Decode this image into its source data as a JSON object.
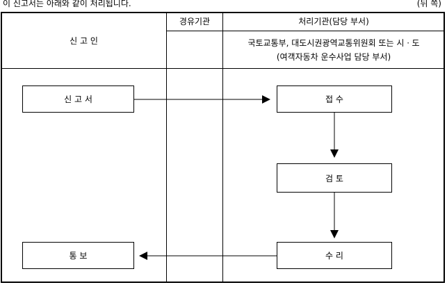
{
  "header": {
    "intro": "이 신고서는 아래와 같이 처리됩니다.",
    "page_note": "(뒤 쪽)"
  },
  "columns": {
    "applicant": "신 고 인",
    "via_agency": "경유기관",
    "processing_agency": "처리기관(담당 부서)",
    "processing_agency_detail_line1": "국토교통부, 대도시권광역교통위원회 또는 시ㆍ도",
    "processing_agency_detail_line2": "(여객자동차 운수사업 담당 부서)"
  },
  "flow": {
    "report": "신 고 서",
    "receipt": "접 수",
    "review": "검 토",
    "acceptance": "수 리",
    "notification": "통 보"
  }
}
